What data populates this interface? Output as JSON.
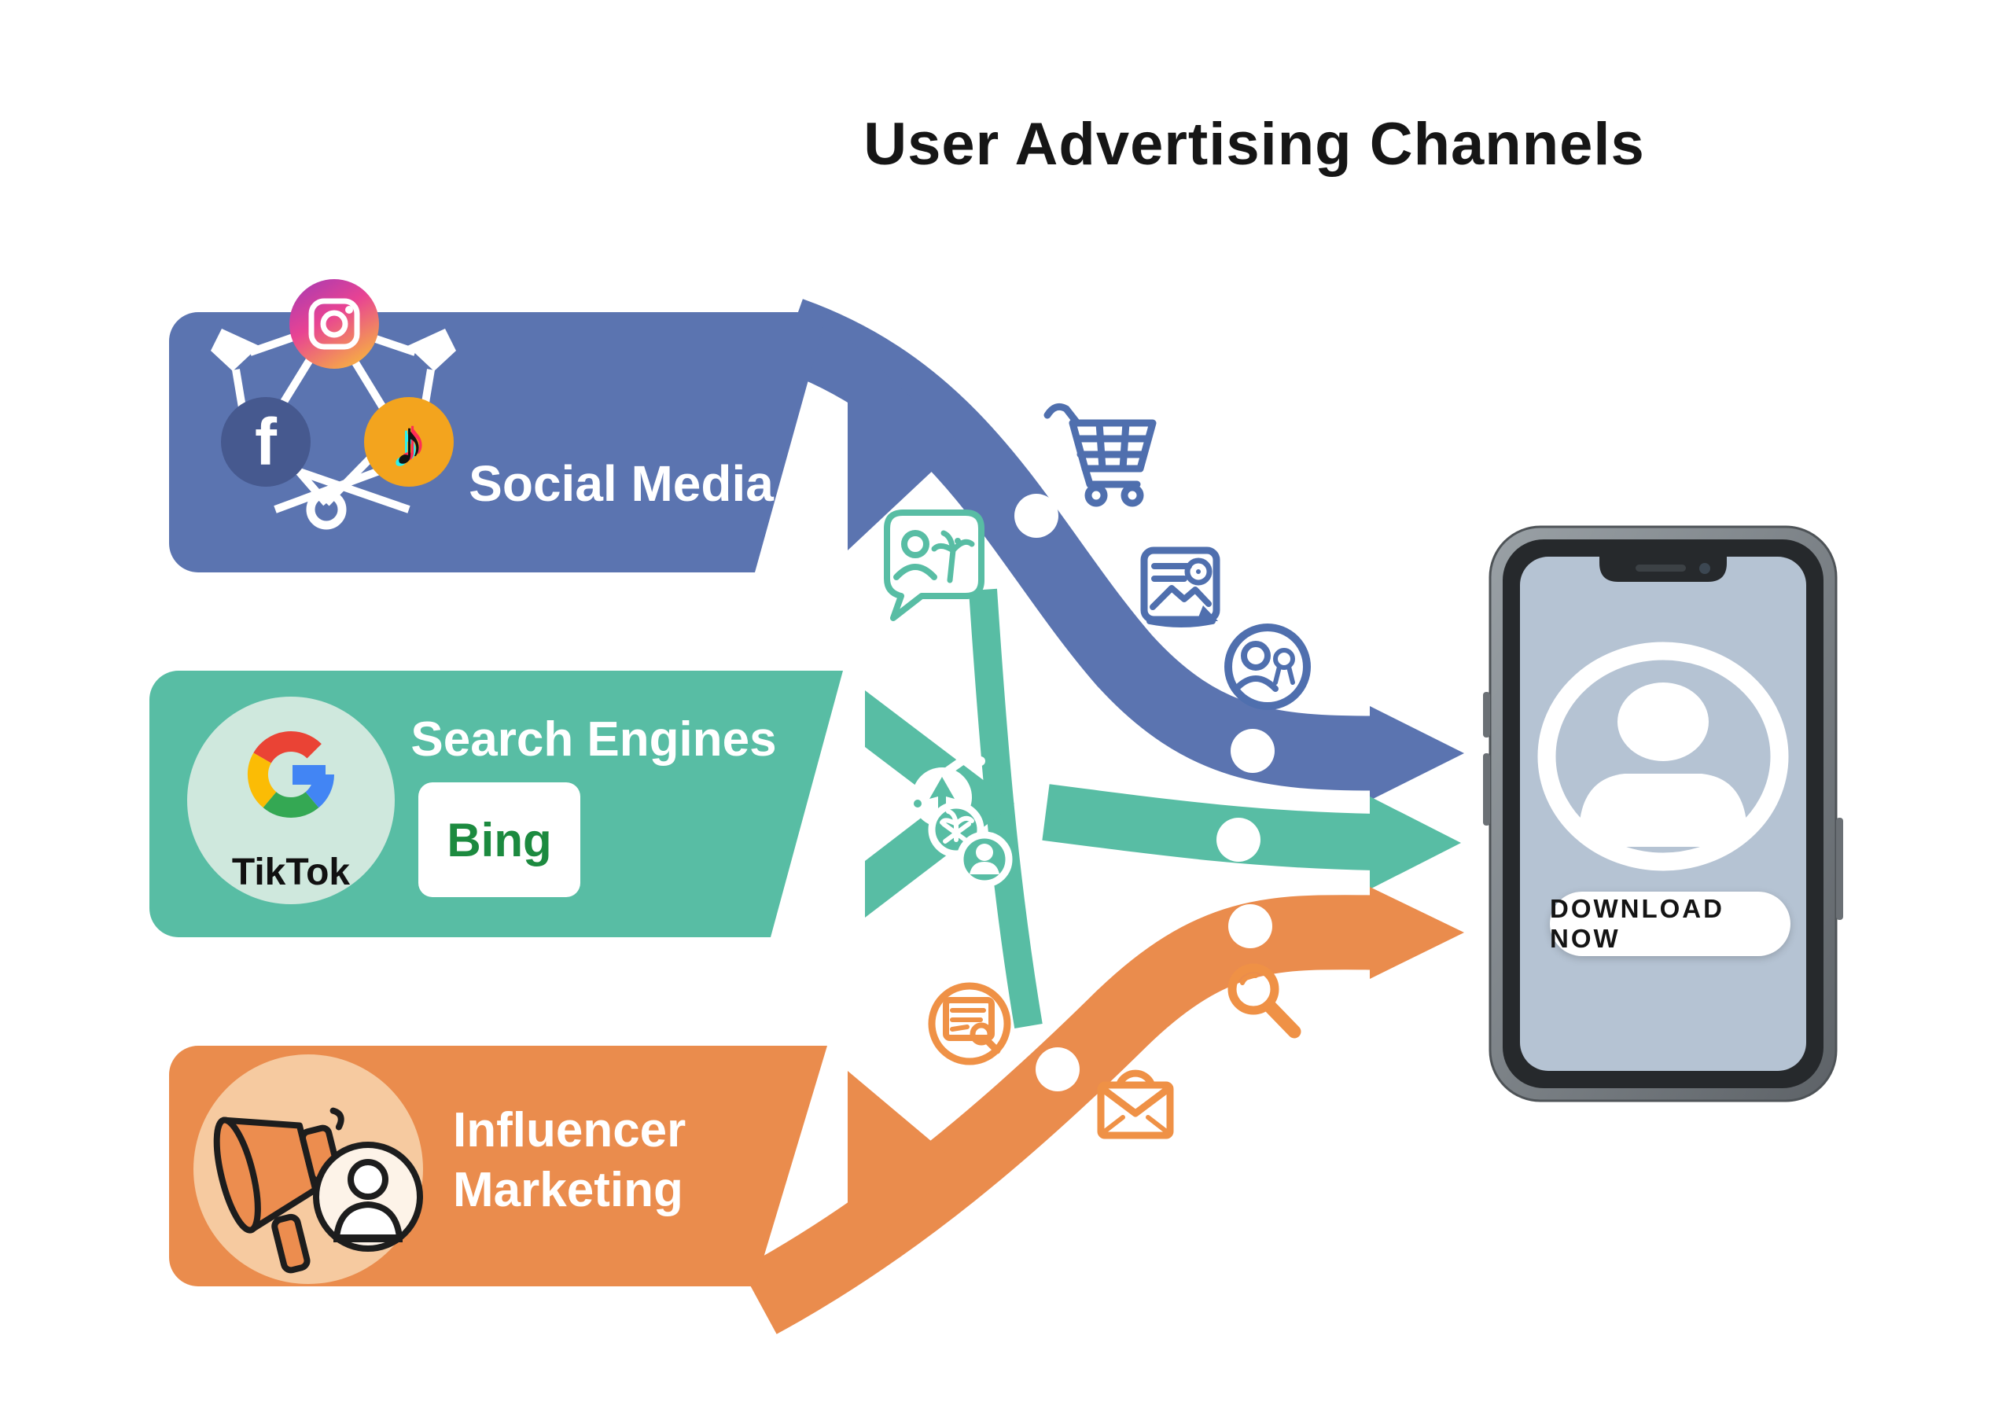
{
  "title": "User Advertising Channels",
  "channels": {
    "social": {
      "label": "Social Media",
      "color": "#5b74b0"
    },
    "search": {
      "label": "Search Engines",
      "color": "#58bda4"
    },
    "influencer": {
      "label": "Influencer Marketing",
      "color": "#ea8c4d"
    }
  },
  "logos": {
    "facebook_glyph": "f",
    "tiktok_glyph": "♪",
    "google_circle_label": "TikTok",
    "bing_label": "Bing"
  },
  "phone": {
    "cta_label": "DOWNLOAD NOW",
    "screen_color": "#b5c3d3",
    "avatar_icon": "person-avatar-icon"
  },
  "path_icons": {
    "blue_channel": [
      "cart-icon",
      "image-ad-icon",
      "person-badge-icon"
    ],
    "teal_channel": [
      "chat-person-icon",
      "cursor-circle-icon",
      "leaf-circle-icon",
      "person-circle-icon"
    ],
    "orange_channel": [
      "doc-search-icon",
      "search-icon",
      "mail-icon"
    ]
  },
  "accent_colors": {
    "instagram_gradient": [
      "#a23ab5",
      "#e84393",
      "#f5a54a"
    ],
    "facebook_blue": "#46598f",
    "tiktok_yellow": "#f3a41e",
    "google_red": "#ea4335",
    "google_yellow": "#fbbc05",
    "google_green": "#34a853",
    "google_blue": "#4285f4",
    "bing_green": "#1c8a3f"
  }
}
